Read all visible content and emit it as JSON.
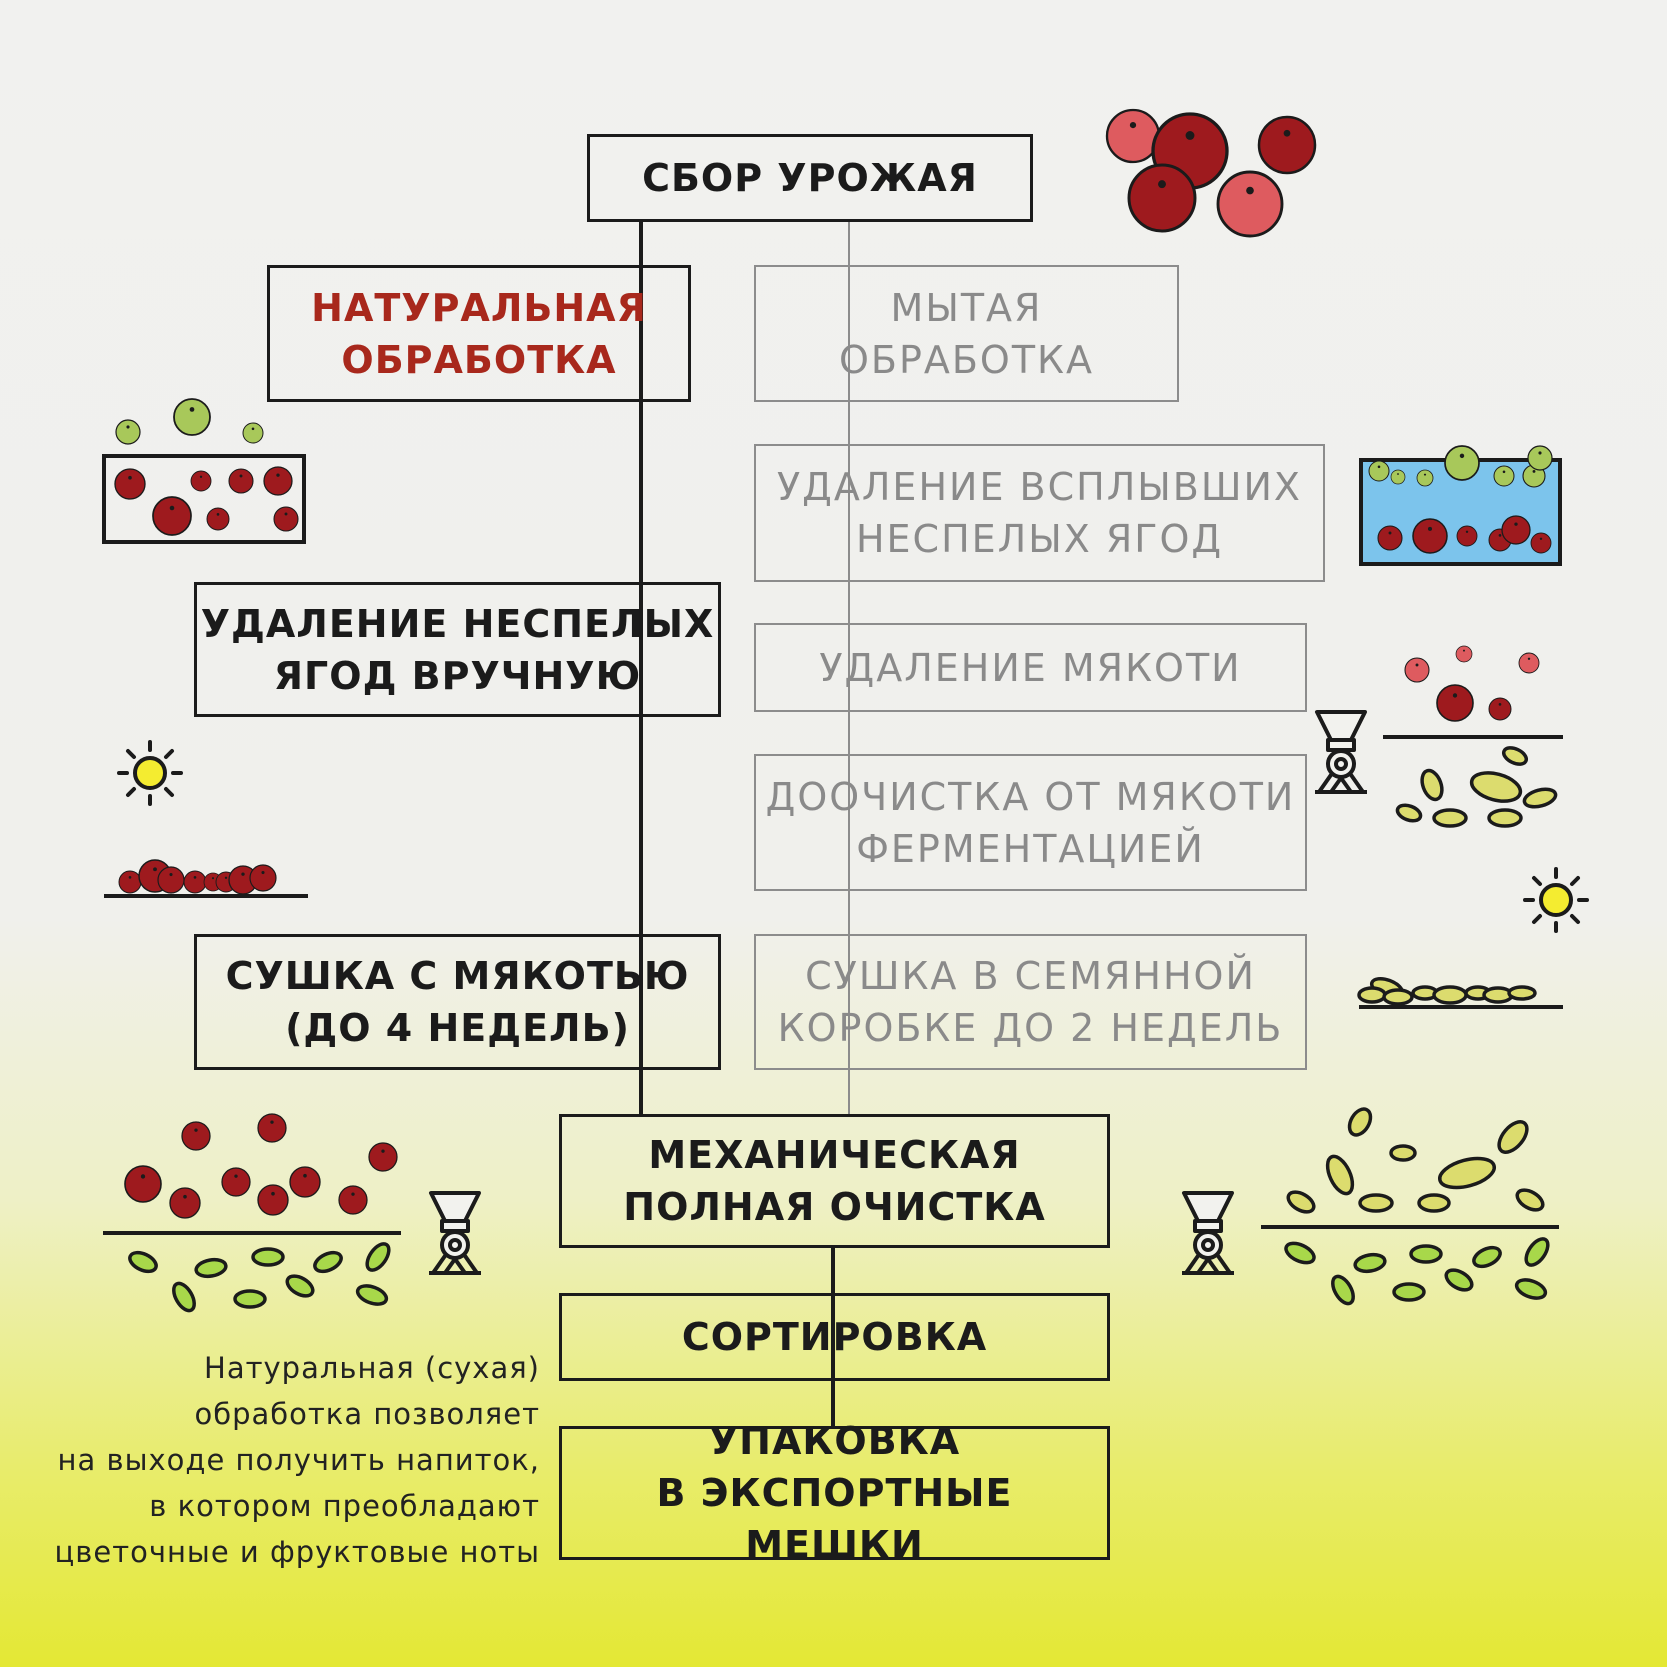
{
  "steps": {
    "harvest": "СБОР УРОЖАЯ",
    "natural": [
      "НАТУРАЛЬНАЯ",
      "ОБРАБОТКА"
    ],
    "washed": [
      "МЫТАЯ",
      "ОБРАБОТКА"
    ],
    "remove_floating": [
      "УДАЛЕНИЕ ВСПЛЫВШИХ",
      "НЕСПЕЛЫХ ЯГОД"
    ],
    "remove_unripe_hand": [
      "УДАЛЕНИЕ НЕСПЕЛЫХ",
      "ЯГОД ВРУЧНУЮ"
    ],
    "pulp_removal": "УДАЛЕНИЕ МЯКОТИ",
    "fermentation": [
      "ДООЧИСТКА ОТ МЯКОТИ",
      "ФЕРМЕНТАЦИЕЙ"
    ],
    "dry_with_pulp": [
      "СУШКА С МЯКОТЬЮ",
      "(ДО 4 НЕДЕЛЬ)"
    ],
    "dry_seed_box": [
      "СУШКА В СЕМЯННОЙ",
      "КОРОБКЕ ДО 2 НЕДЕЛЬ"
    ],
    "mechanical": [
      "МЕХАНИЧЕСКАЯ",
      "ПОЛНАЯ ОЧИСТКА"
    ],
    "sorting": "СОРТИРОВКА",
    "packing": [
      "УПАКОВКА",
      "В ЭКСПОРТНЫЕ МЕШКИ"
    ]
  },
  "note": [
    "Натуральная (сухая)",
    "обработка позволяет",
    "на выходе получить напиток,",
    "в котором преобладают",
    "цветочные и фруктовые ноты"
  ],
  "colors": {
    "ink": "#1b1b1b",
    "accent_red": "#a8281c",
    "faded": "#8a8a8a",
    "berry_dark": "#9e1a1e",
    "berry_light": "#de5b5f",
    "unripe_green": "#a8c85a",
    "bean_yellow": "#dcdc6e",
    "bean_green": "#a8d84a",
    "water_blue": "#7cc4ec",
    "sun_yellow": "#f4ec30"
  },
  "icons": [
    "berries-cluster-icon",
    "berry-sorting-tray-icon",
    "water-tank-icon",
    "sun-icon",
    "drying-berries-icon",
    "depulper-machine-icon",
    "pulp-separation-icon",
    "drying-beans-icon",
    "hulling-machine-icon",
    "hulled-beans-icon"
  ]
}
